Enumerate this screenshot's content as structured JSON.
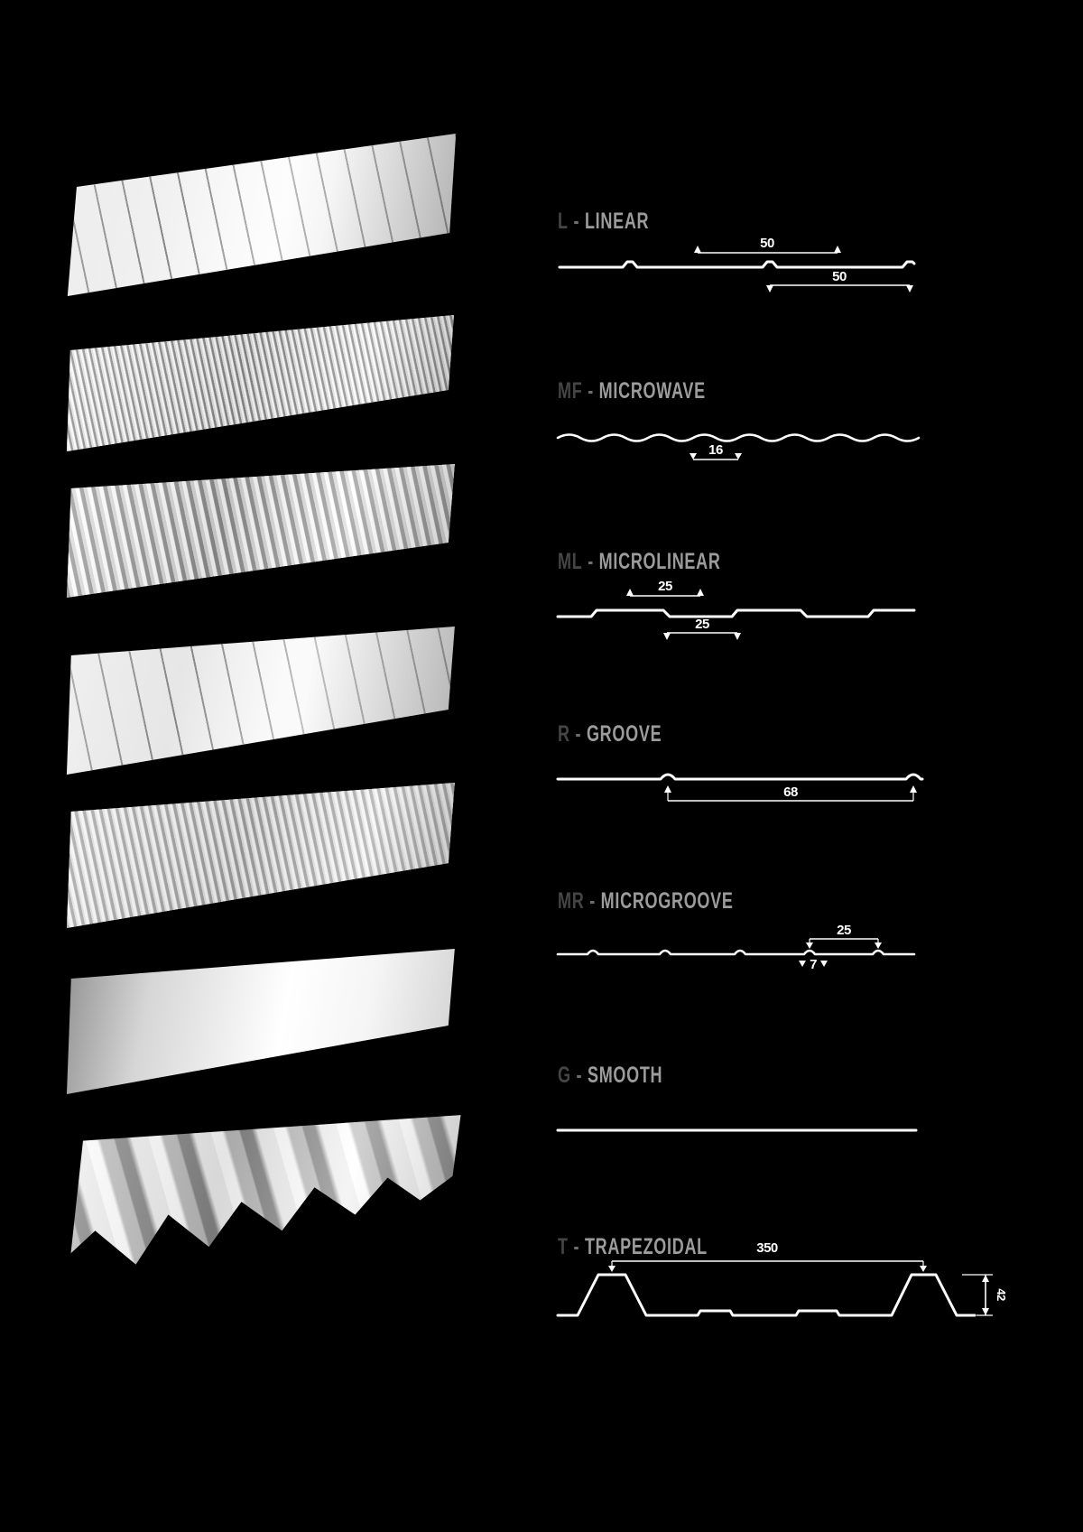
{
  "page": {
    "background": "#000000",
    "line_color": "#ffffff",
    "code_color": "#454545",
    "name_color": "#9c9c9c"
  },
  "profiles": [
    {
      "code": "L",
      "dash": "-",
      "name": "LINEAR",
      "dim_top": "50",
      "dim_bottom": "50"
    },
    {
      "code": "MF",
      "dash": "-",
      "name": "MICROWAVE",
      "dim_bottom": "16"
    },
    {
      "code": "ML",
      "dash": "-",
      "name": "MICROLINEAR",
      "dim_top": "25",
      "dim_bottom": "25"
    },
    {
      "code": "R",
      "dash": "-",
      "name": "GROOVE",
      "dim_bottom": "68"
    },
    {
      "code": "MR",
      "dash": "-",
      "name": "MICROGROOVE",
      "dim_top": "25",
      "dim_bottom": "7"
    },
    {
      "code": "G",
      "dash": "-",
      "name": "SMOOTH"
    },
    {
      "code": "T",
      "dash": "-",
      "name": "TRAPEZOIDAL",
      "dim_top": "350",
      "dim_right": "42"
    }
  ]
}
